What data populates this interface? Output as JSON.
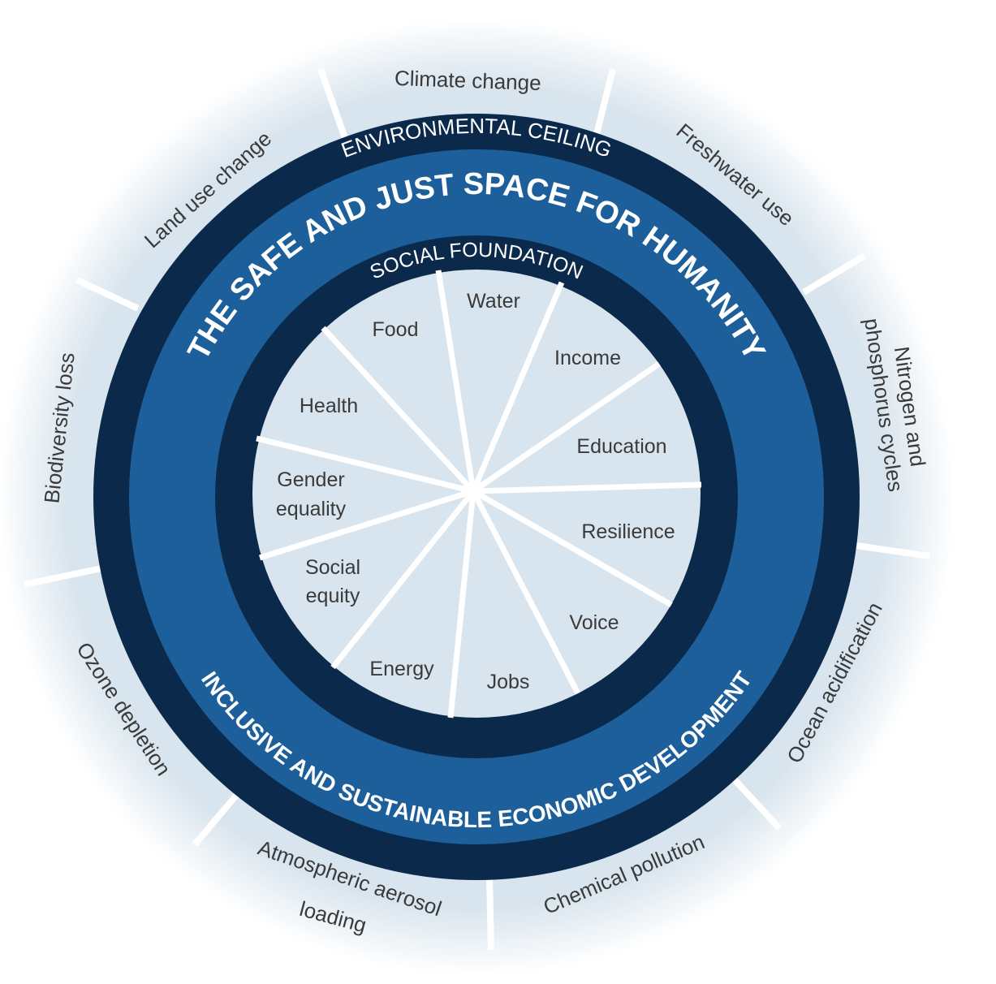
{
  "title": "The safe and just space for humanity",
  "colors": {
    "navy": "#0b2a4b",
    "blue": "#1d5f9a",
    "light": "#d9e5ee",
    "text": "#3a3a3a"
  },
  "rings": {
    "environmental_ceiling": "ENVIRONMENTAL CEILING",
    "safe_space": "THE SAFE AND JUST SPACE FOR HUMANITY",
    "social_foundation": "SOCIAL FOUNDATION",
    "development": "INCLUSIVE AND SUSTAINABLE ECONOMIC DEVELOPMENT"
  },
  "environmental_dimensions": [
    {
      "line1": "Climate change"
    },
    {
      "line1": "Freshwater use"
    },
    {
      "line1": "Nitrogen and",
      "line2": "phosphorus cycles"
    },
    {
      "line1": "Ocean acidification"
    },
    {
      "line1": "Chemical pollution"
    },
    {
      "line1": "Atmospheric aerosol",
      "line2": "loading"
    },
    {
      "line1": "Ozone depletion"
    },
    {
      "line1": "Biodiversity loss"
    },
    {
      "line1": "Land use change"
    }
  ],
  "social_dimensions": [
    {
      "line1": "Water"
    },
    {
      "line1": "Income"
    },
    {
      "line1": "Education"
    },
    {
      "line1": "Resilience"
    },
    {
      "line1": "Voice"
    },
    {
      "line1": "Jobs"
    },
    {
      "line1": "Energy"
    },
    {
      "line1": "Social",
      "line2": "equity"
    },
    {
      "line1": "Gender",
      "line2": "equality"
    },
    {
      "line1": "Health"
    },
    {
      "line1": "Food"
    }
  ]
}
